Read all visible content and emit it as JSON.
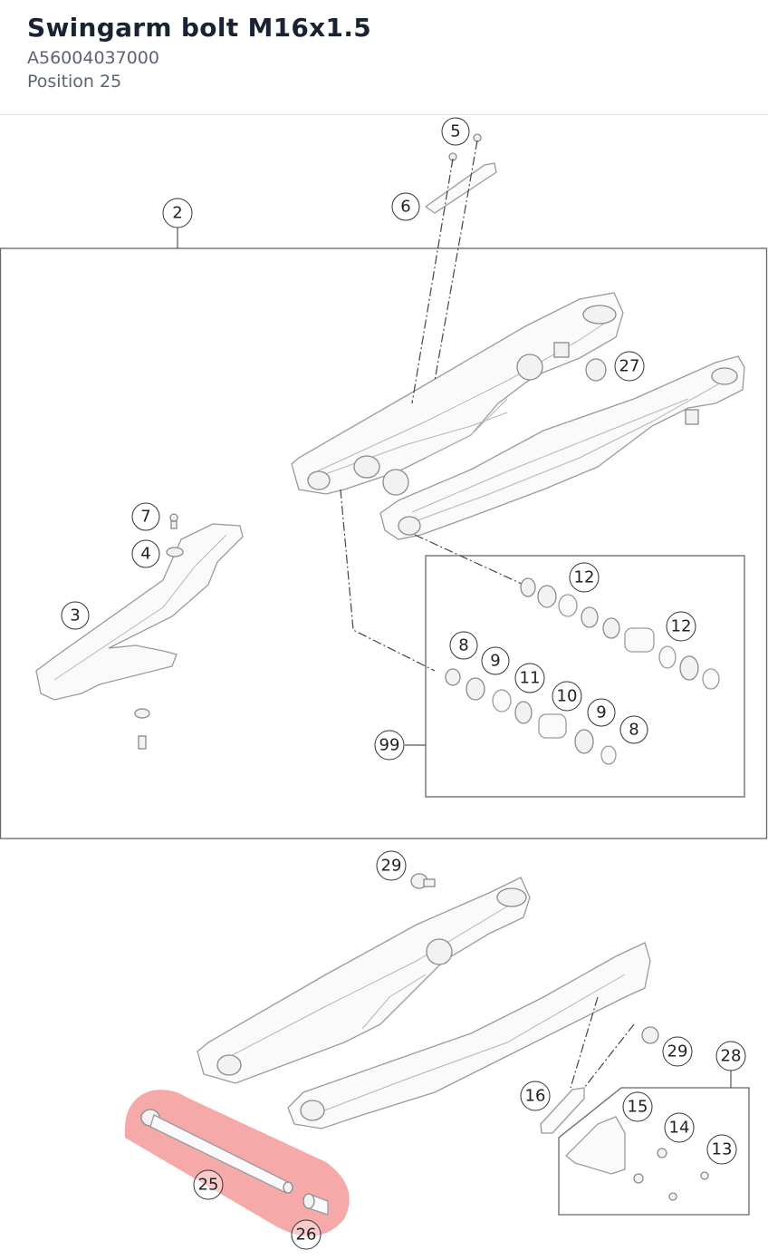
{
  "header": {
    "title": "Swingarm bolt M16x1.5",
    "part_number": "A56004037000",
    "position": "Position 25"
  },
  "callouts": {
    "c2": "2",
    "c3": "3",
    "c4": "4",
    "c5": "5",
    "c6": "6",
    "c7": "7",
    "c8a": "8",
    "c8b": "8",
    "c9a": "9",
    "c9b": "9",
    "c10": "10",
    "c11": "11",
    "c12a": "12",
    "c12b": "12",
    "c13": "13",
    "c14": "14",
    "c15": "15",
    "c16": "16",
    "c25": "25",
    "c26": "26",
    "c27": "27",
    "c28": "28",
    "c29a": "29",
    "c29b": "29",
    "c99": "99"
  },
  "highlight": {
    "position": "25",
    "color": "#f08080"
  }
}
